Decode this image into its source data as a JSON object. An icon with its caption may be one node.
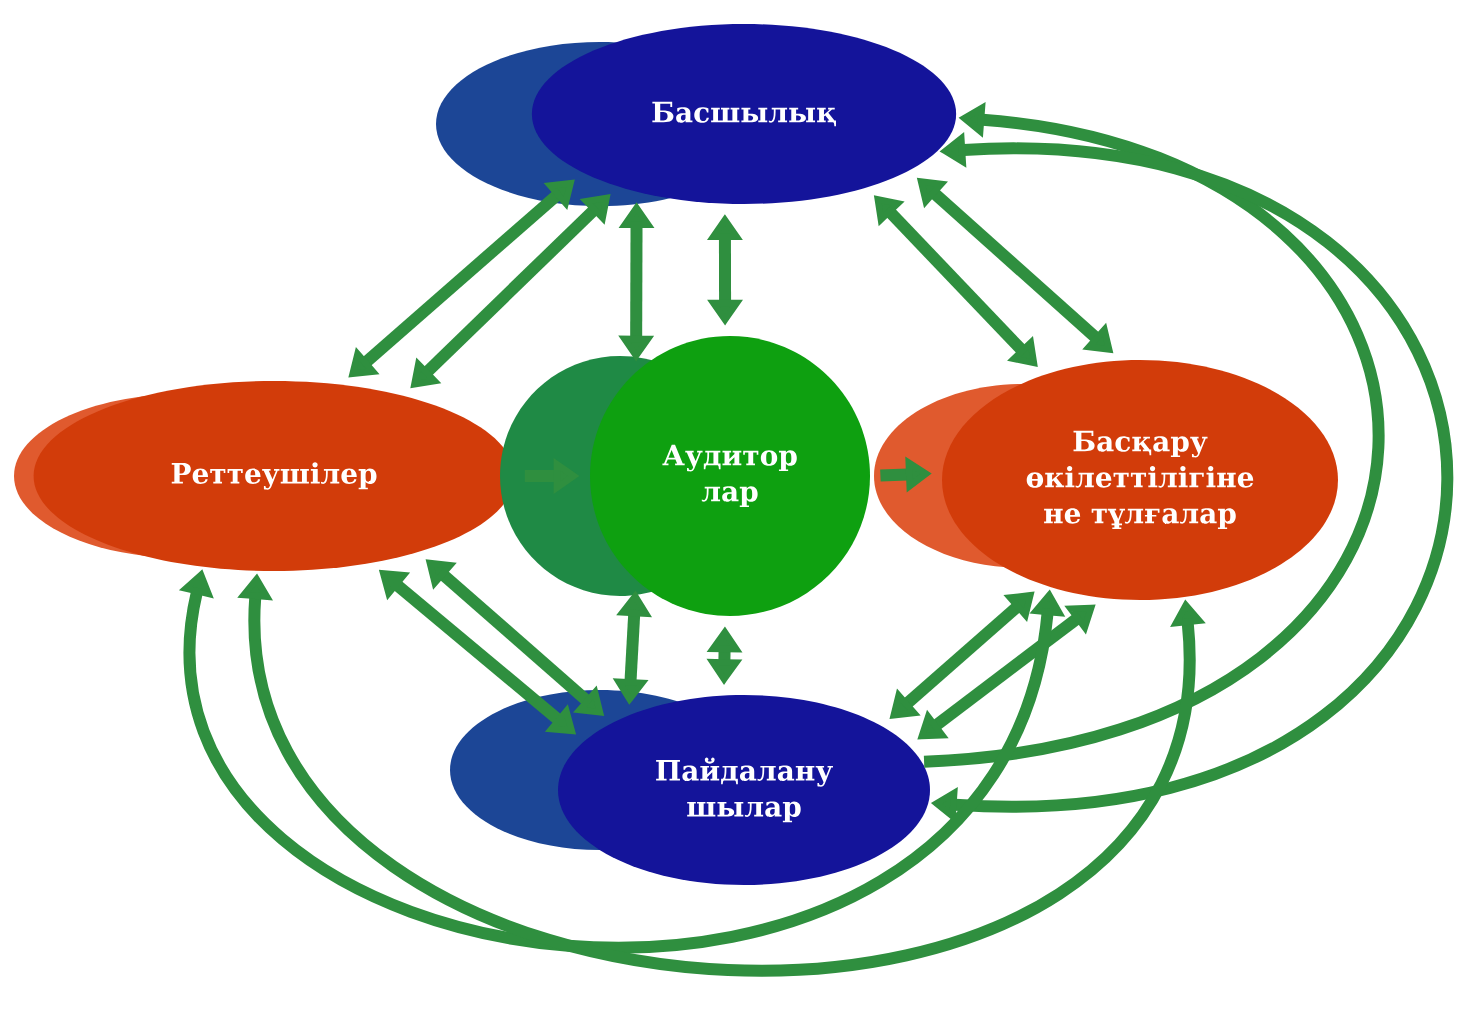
{
  "diagram": {
    "nodes": [
      {
        "text": [
          "Басшылық"
        ]
      },
      {
        "text": [
          "Реттеушілер"
        ]
      },
      {
        "text": [
          "Аудитор лар"
        ]
      },
      {
        "text": [
          "Басқару өкілеттілігіне не тұлғалар"
        ]
      },
      {
        "text": [
          "Пайдалану шылар"
        ]
      }
    ],
    "edges": [
      {
        "from": 0,
        "to": 1,
        "arrow": "both"
      },
      {
        "from": 0,
        "to": 1,
        "arrow": "both"
      },
      {
        "from": 0,
        "to": 2,
        "arrow": "both"
      },
      {
        "from": 0,
        "to": 2,
        "arrow": "both"
      },
      {
        "from": 0,
        "to": 3,
        "arrow": "both"
      },
      {
        "from": 0,
        "to": 3,
        "arrow": "both"
      },
      {
        "from": 1,
        "to": 2,
        "arrow": "to"
      },
      {
        "from": 2,
        "to": 3,
        "arrow": "to"
      },
      {
        "from": 1,
        "to": 4,
        "arrow": "both"
      },
      {
        "from": 1,
        "to": 4,
        "arrow": "both"
      },
      {
        "from": 2,
        "to": 4,
        "arrow": "both"
      },
      {
        "from": 2,
        "to": 4,
        "arrow": "both"
      },
      {
        "from": 3,
        "to": 4,
        "arrow": "both"
      },
      {
        "from": 3,
        "to": 4,
        "arrow": "both"
      },
      {
        "from": 4,
        "to": 0,
        "arrow": "to"
      },
      {
        "from": 0,
        "to": 4,
        "arrow": "both"
      },
      {
        "from": 1,
        "to": 3,
        "arrow": "both"
      },
      {
        "from": 1,
        "to": 3,
        "arrow": "both"
      }
    ]
  }
}
